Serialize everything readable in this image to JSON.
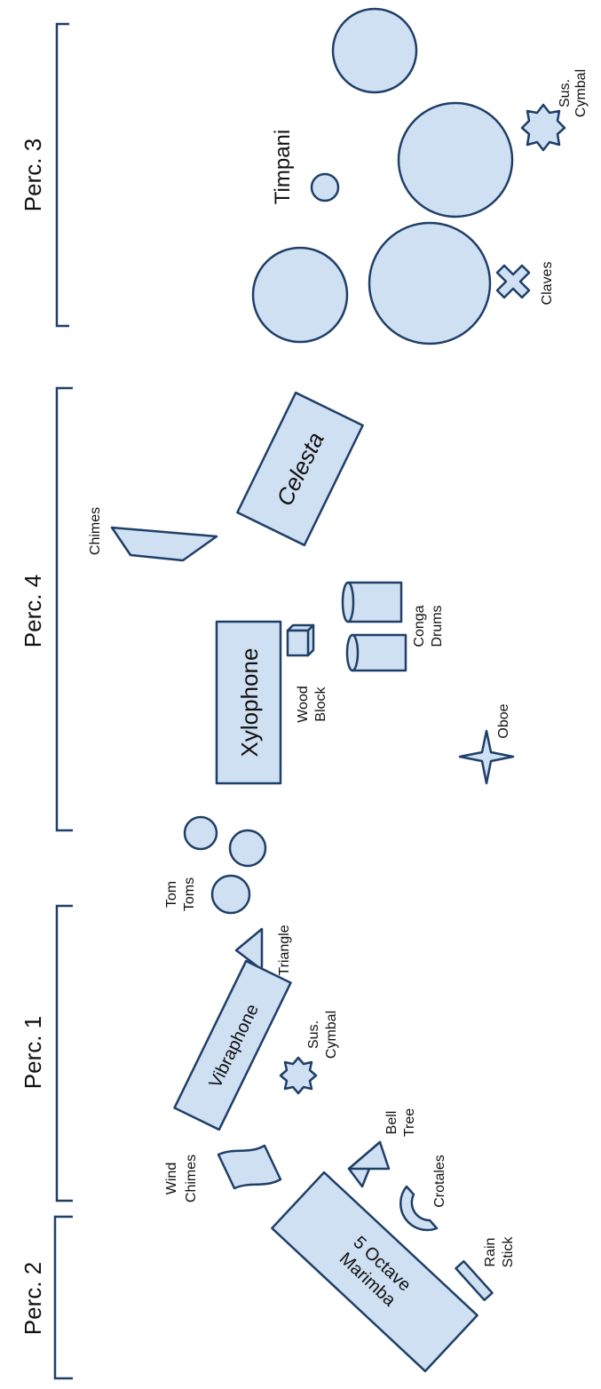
{
  "colors": {
    "fill": "#cfe0f3",
    "stroke": "#1f3f68",
    "bracket": "#1f3f68",
    "text": "#111111"
  },
  "sections": {
    "perc3": "Perc. 3",
    "perc4": "Perc. 4",
    "perc1": "Perc. 1",
    "perc2": "Perc. 2"
  },
  "labels": {
    "timpani": "Timpani",
    "sus_cymbal_top": [
      "Sus.",
      "Cymbal"
    ],
    "claves": "Claves",
    "celesta": "Celesta",
    "chimes": "Chimes",
    "xylophone": "Xylophone",
    "wood_block": [
      "Wood",
      "Block"
    ],
    "conga_drums": [
      "Conga",
      "Drums"
    ],
    "oboe": "Oboe",
    "tom_toms": [
      "Tom",
      "Toms"
    ],
    "triangle": "Triangle",
    "vibraphone": "Vibraphone",
    "sus_cymbal_mid": [
      "Sus.",
      "Cymbal"
    ],
    "wind_chimes": [
      "Wind",
      "Chimes"
    ],
    "bell_tree": [
      "Bell",
      "Tree"
    ],
    "crotales": "Crotales",
    "marimba": [
      "5 Octave",
      "Marimba"
    ],
    "rain_stick": [
      "Rain",
      "Stick"
    ]
  }
}
